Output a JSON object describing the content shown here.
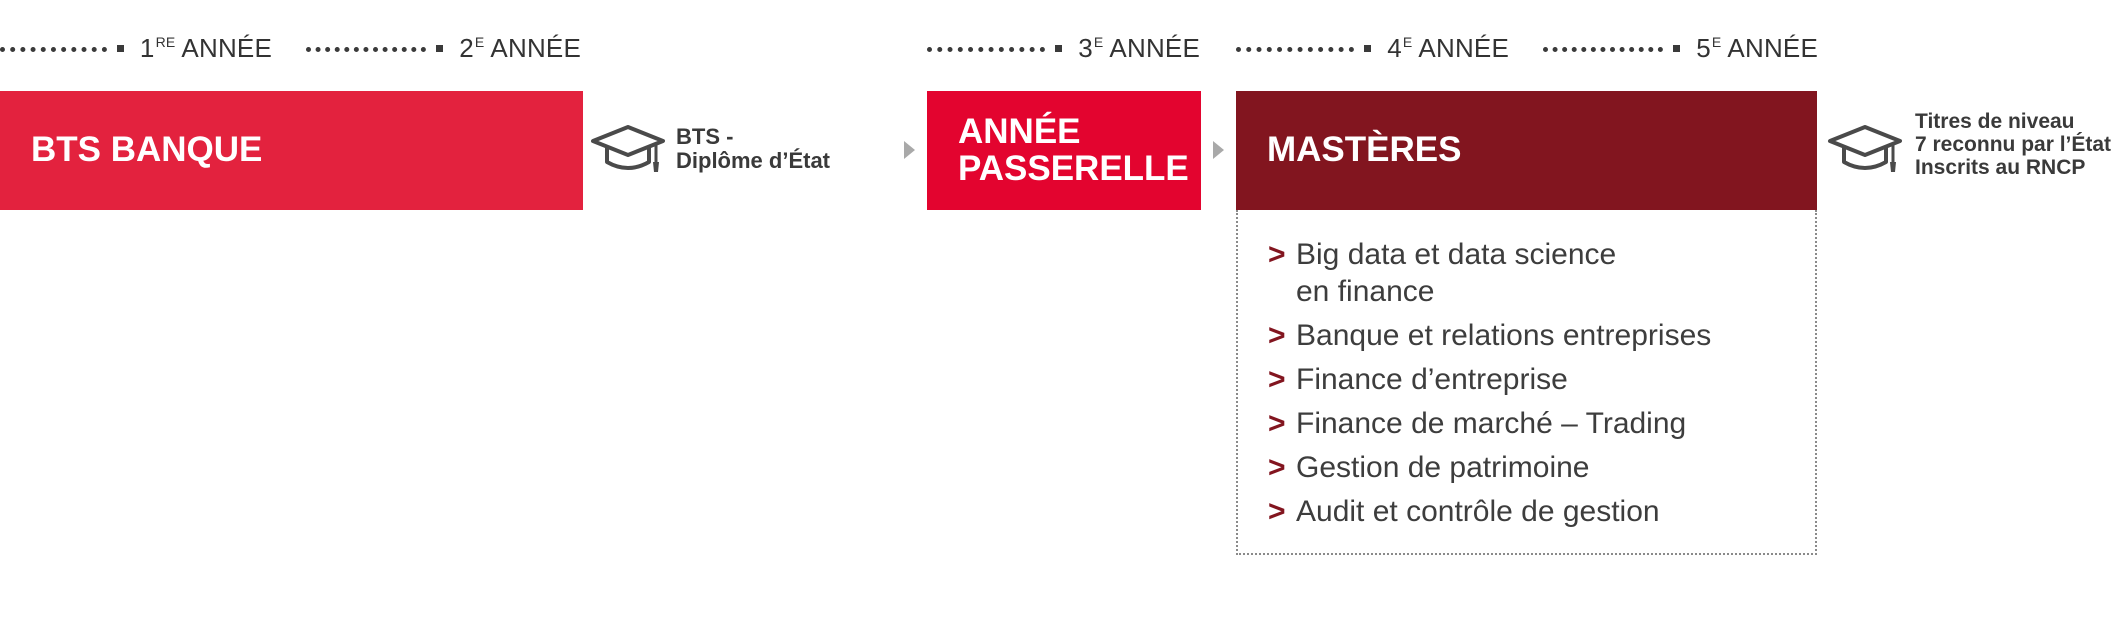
{
  "years": [
    {
      "number": "1",
      "suffix": "RE",
      "label": "ANNÉE"
    },
    {
      "number": "2",
      "suffix": "E",
      "label": "ANNÉE"
    },
    {
      "number": "3",
      "suffix": "E",
      "label": "ANNÉE"
    },
    {
      "number": "4",
      "suffix": "E",
      "label": "ANNÉE"
    },
    {
      "number": "5",
      "suffix": "E",
      "label": "ANNÉE"
    }
  ],
  "boxes": {
    "bts": "BTS BANQUE",
    "passerelle": [
      "ANNÉE",
      "PASSERELLE"
    ],
    "masteres": "MASTÈRES"
  },
  "diplomas": {
    "bts": [
      "BTS -",
      "Diplôme d’État"
    ],
    "masteres": [
      "Titres de niveau",
      "7 reconnu par l’État",
      "Inscrits au RNCP"
    ]
  },
  "masteres_list": [
    [
      "Big data et data science",
      "en finance"
    ],
    [
      "Banque et relations entreprises"
    ],
    [
      "Finance d’entreprise"
    ],
    [
      "Finance de marché – Trading"
    ],
    [
      "Gestion de patrimoine"
    ],
    [
      "Audit et contrôle de gestion"
    ]
  ],
  "bullet": ">",
  "colors": {
    "bts": "#e3223e",
    "passerelle": "#e3042f",
    "masteres": "#82151f",
    "text": "#3a3a3a",
    "arrow": "#a9a9a9"
  },
  "icons": [
    "graduation-cap-icon",
    "arrow-right-icon"
  ]
}
